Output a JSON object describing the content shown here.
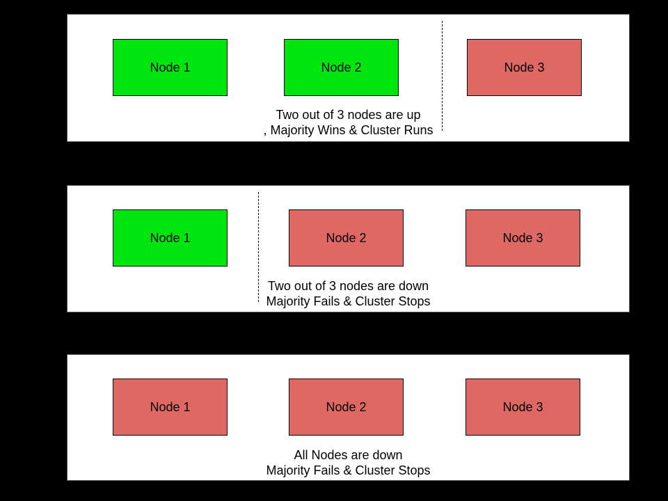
{
  "colors": {
    "background": "#000000",
    "panel_bg": "#ffffff",
    "panel_border": "#595959",
    "node_border": "#000000",
    "node_up": "#00e50d",
    "node_down": "#dd6864",
    "divider": "#000000",
    "text": "#000000"
  },
  "panels": [
    {
      "id": "two-nodes-up",
      "nodes": [
        {
          "label": "Node 1",
          "status": "up"
        },
        {
          "label": "Node 2",
          "status": "up"
        },
        {
          "label": "Node 3",
          "status": "down"
        }
      ],
      "caption": {
        "line1": "Two out of 3 nodes are up",
        "line2": ", Majority Wins & Cluster Runs"
      }
    },
    {
      "id": "two-nodes-down",
      "nodes": [
        {
          "label": "Node 1",
          "status": "up"
        },
        {
          "label": "Node 2",
          "status": "down"
        },
        {
          "label": "Node 3",
          "status": "down"
        }
      ],
      "caption": {
        "line1": "Two out of 3 nodes are down",
        "line2": "Majority Fails & Cluster Stops"
      }
    },
    {
      "id": "all-nodes-down",
      "nodes": [
        {
          "label": "Node 1",
          "status": "down"
        },
        {
          "label": "Node 2",
          "status": "down"
        },
        {
          "label": "Node 3",
          "status": "down"
        }
      ],
      "caption": {
        "line1": "All Nodes are down",
        "line2": "Majority Fails & Cluster Stops"
      }
    }
  ]
}
